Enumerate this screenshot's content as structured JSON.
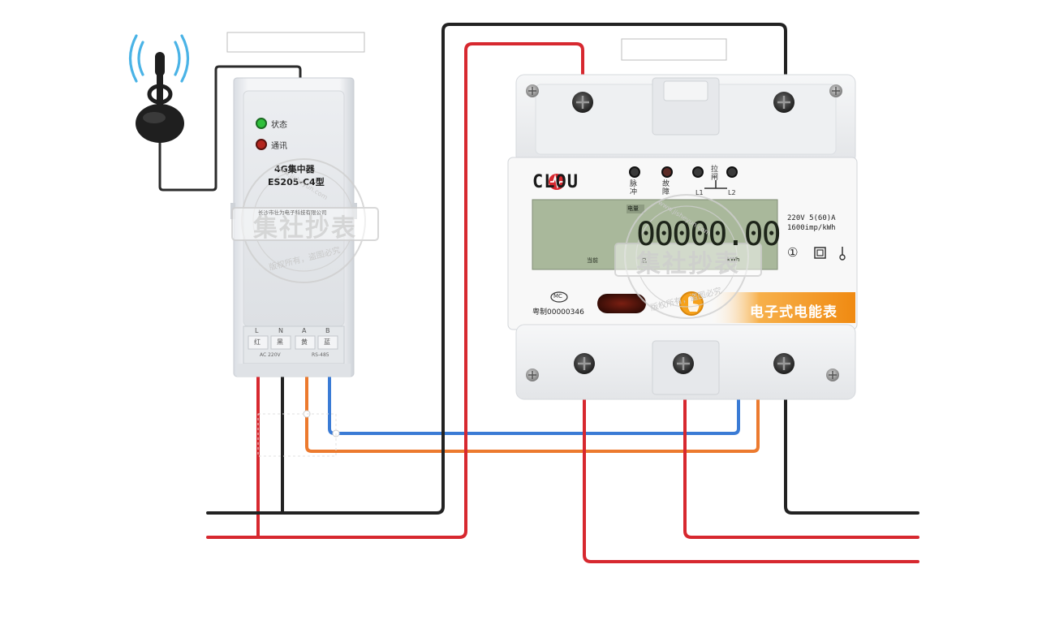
{
  "concentrator": {
    "status_label": "状态",
    "comm_label": "通讯",
    "model_title": "4G集中器",
    "model_number": "ES205-C4型",
    "manufacturer": "长沙市壮为电子科技有限公司",
    "terminals": [
      "L",
      "N",
      "A",
      "B"
    ],
    "terminal_wire_labels": [
      "红",
      "黑",
      "黄",
      "蓝"
    ],
    "bottom_left_label": "AC  220V",
    "bottom_right_label": "RS-485"
  },
  "meter": {
    "brand": "CLOU",
    "indicators": [
      "脉冲",
      "故障"
    ],
    "switch_label": "拉闸",
    "switch_lines": [
      "L1",
      "L2"
    ],
    "lcd_tag": "电量",
    "lcd_value": "00000.00",
    "lcd_bottom_left": "当前",
    "lcd_bottom_mid": "总",
    "lcd_unit": "kWh",
    "rating_line1": "220V  5(60)A",
    "rating_line2": "1600imp/kWh",
    "cert_mark": "MC",
    "cert_number": "粤制00000346",
    "product_name": "电子式电能表",
    "class_mark": "①"
  },
  "watermark": {
    "main": "集社抄表",
    "url": "www.jisheyun.com",
    "rights": "版权所有，盗图必究"
  },
  "colors": {
    "live": "#d7282f",
    "neutral": "#222222",
    "rs485_a": "#ec7a2e",
    "rs485_b": "#3a7bd5",
    "meter_orange": "#f39a1e",
    "lcd": "#a9b89b"
  }
}
